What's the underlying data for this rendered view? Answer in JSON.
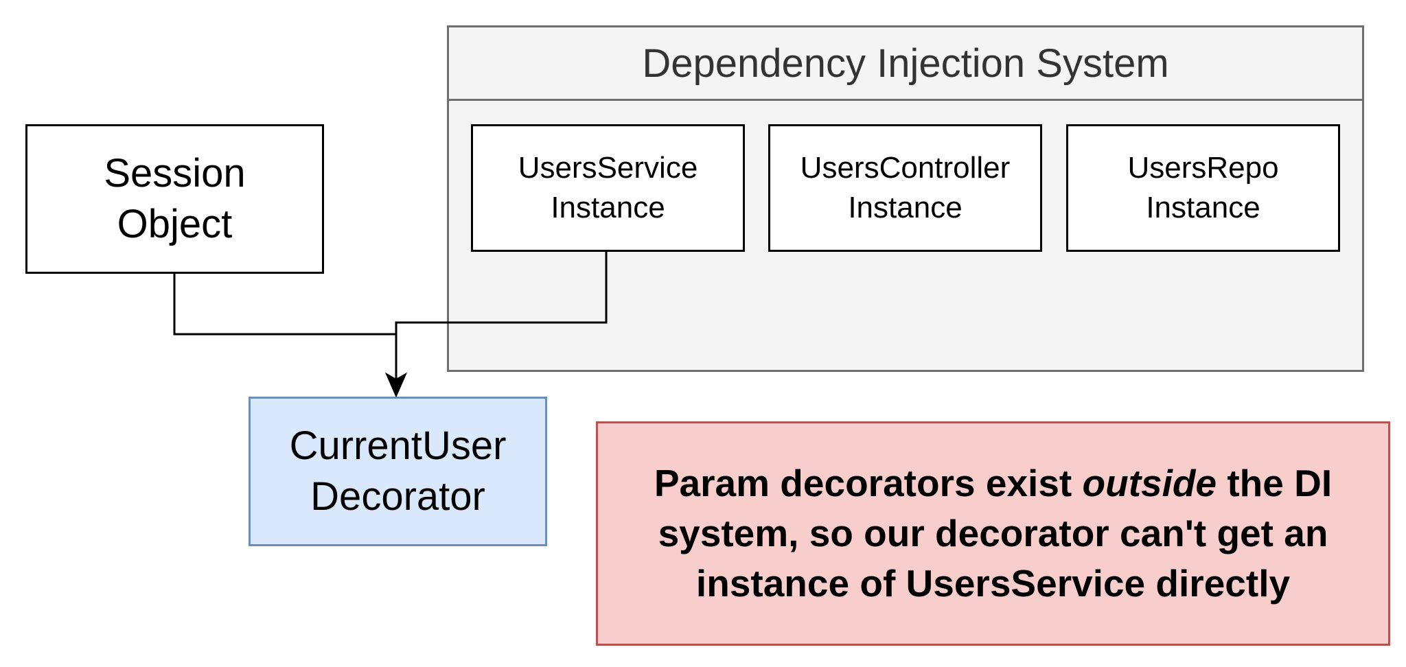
{
  "diagram": {
    "title": "Dependency Injection System",
    "session": {
      "line1": "Session",
      "line2": "Object"
    },
    "instances": [
      {
        "line1": "UsersService",
        "line2": "Instance"
      },
      {
        "line1": "UsersController",
        "line2": "Instance"
      },
      {
        "line1": "UsersRepo",
        "line2": "Instance"
      }
    ],
    "decorator": {
      "line1": "CurrentUser",
      "line2": "Decorator"
    },
    "note": {
      "line1_start": "Param decorators exist ",
      "line1_emphasis": "outside",
      "line1_end": " the DI",
      "line2": "system, so our decorator can't get an",
      "line3": "instance of UsersService directly"
    },
    "colors": {
      "decorator_fill": "#dae8fc",
      "decorator_stroke": "#6c8ebf",
      "note_fill": "#f8cecc",
      "note_stroke": "#b85450",
      "container_fill": "#f4f4f4",
      "container_stroke": "#6f6f6f"
    }
  }
}
